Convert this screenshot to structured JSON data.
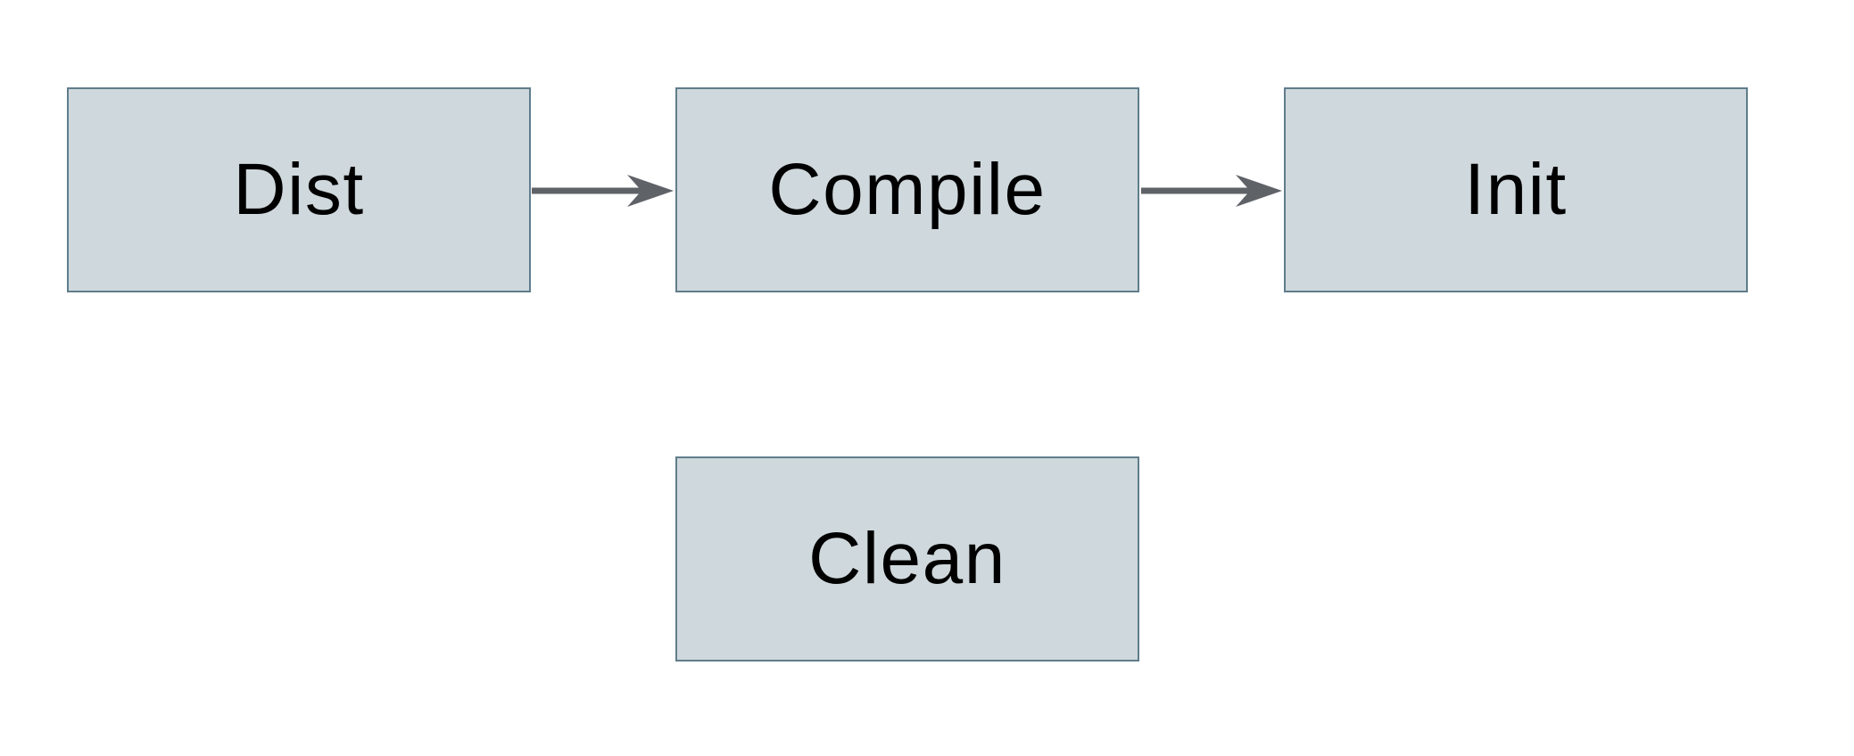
{
  "diagram": {
    "type": "flowchart",
    "nodes": [
      {
        "id": "dist",
        "label": "Dist"
      },
      {
        "id": "compile",
        "label": "Compile"
      },
      {
        "id": "init",
        "label": "Init"
      },
      {
        "id": "clean",
        "label": "Clean"
      }
    ],
    "edges": [
      {
        "from": "Dist",
        "to": "Compile",
        "directed": true
      },
      {
        "from": "Compile",
        "to": "Init",
        "directed": true
      }
    ],
    "colors": {
      "node_fill": "#cfd8dc",
      "node_border": "#607d8b",
      "arrow": "#5f6368",
      "label_text": "#000000",
      "background": "#ffffff"
    }
  }
}
